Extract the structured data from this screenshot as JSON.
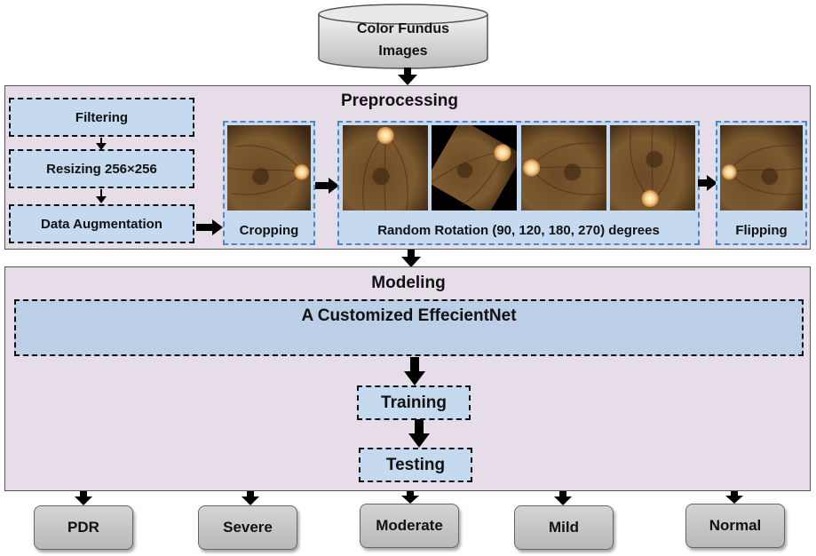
{
  "source": {
    "label_line1": "Color Fundus",
    "label_line2": "Images"
  },
  "preprocessing": {
    "title": "Preprocessing",
    "steps": [
      "Filtering",
      "Resizing 256×256",
      "Data Augmentation"
    ],
    "cropping_label": "Cropping",
    "rotation_label": "Random Rotation (90, 120, 180, 270) degrees",
    "flipping_label": "Flipping"
  },
  "modeling": {
    "title": "Modeling",
    "model_label": "A Customized EffecientNet",
    "training_label": "Training",
    "testing_label": "Testing"
  },
  "outcomes": [
    "PDR",
    "Severe",
    "Moderate",
    "Mild",
    "Normal"
  ],
  "colors": {
    "panel_bg": "#e6dde8",
    "step_bg": "#c5d9ef",
    "image_border": "#4f86c6",
    "outcome_bg": "#c9c9c9",
    "arrow": "#000000"
  }
}
